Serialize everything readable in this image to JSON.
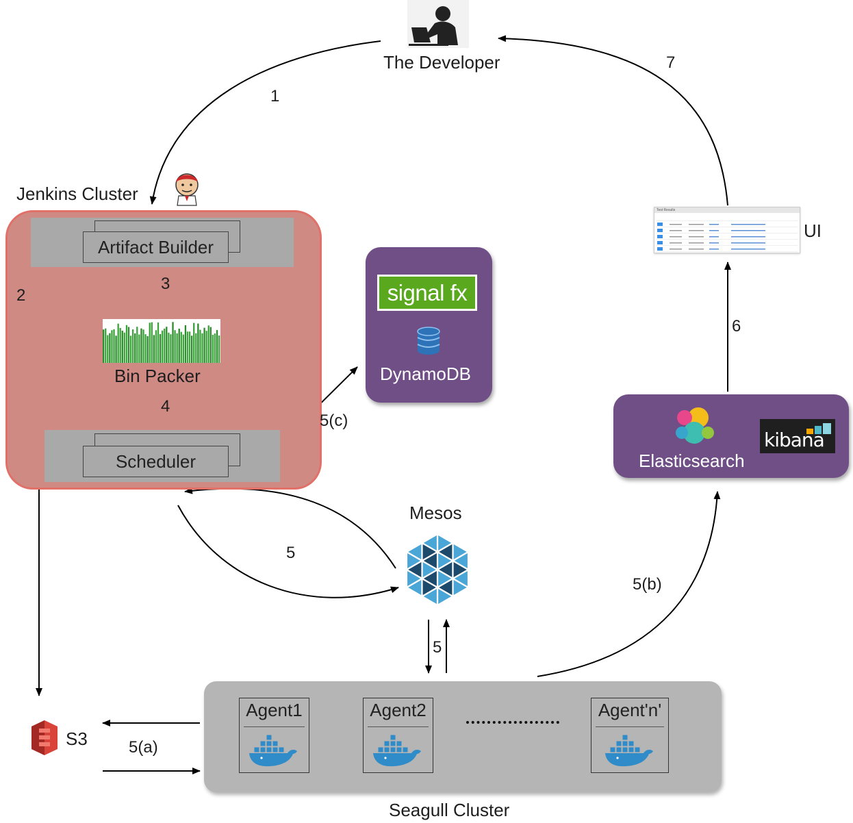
{
  "developer": {
    "label": "The Developer",
    "icon": "developer-laptop-icon"
  },
  "jenkins": {
    "label": "Jenkins Cluster",
    "icon": "jenkins-butler-icon",
    "artifact_builder": "Artifact Builder",
    "bin_packer": "Bin Packer",
    "scheduler": "Scheduler"
  },
  "storage": {
    "signalfx_logo": "signal fx",
    "dynamodb_label": "DynamoDB"
  },
  "mesos": {
    "label": "Mesos",
    "icon": "mesos-hexagon-icon"
  },
  "s3": {
    "label": "S3",
    "icon": "s3-bucket-icon"
  },
  "seagull": {
    "label": "Seagull Cluster",
    "agents": [
      "Agent1",
      "Agent2",
      "Agent'n'"
    ],
    "ellipsis": "..........."
  },
  "elastic": {
    "label": "Elasticsearch",
    "kibana_logo": "kibana",
    "icon": "elasticsearch-icon"
  },
  "ui": {
    "label": "UI",
    "thumb_title": "Test Results"
  },
  "steps": {
    "s1": "1",
    "s2": "2",
    "s3": "3",
    "s4": "4",
    "s5": "5",
    "s5b": "5",
    "s5a": "5(a)",
    "s5bb": "5(b)",
    "s5c": "5(c)",
    "s6": "6",
    "s7": "7"
  },
  "colors": {
    "jenkins_fill": "#d08a84",
    "jenkins_border": "#e07068",
    "purple": "#6f4f86",
    "signalfx_green": "#5aa81e",
    "gray_band": "#a9a9a9",
    "seagull_fill": "#b5b5b5",
    "mesos_blue": "#4aa6d6",
    "mesos_dark": "#1d4a6b",
    "docker_blue": "#2f8cc8",
    "s3_red": "#d9433a"
  }
}
